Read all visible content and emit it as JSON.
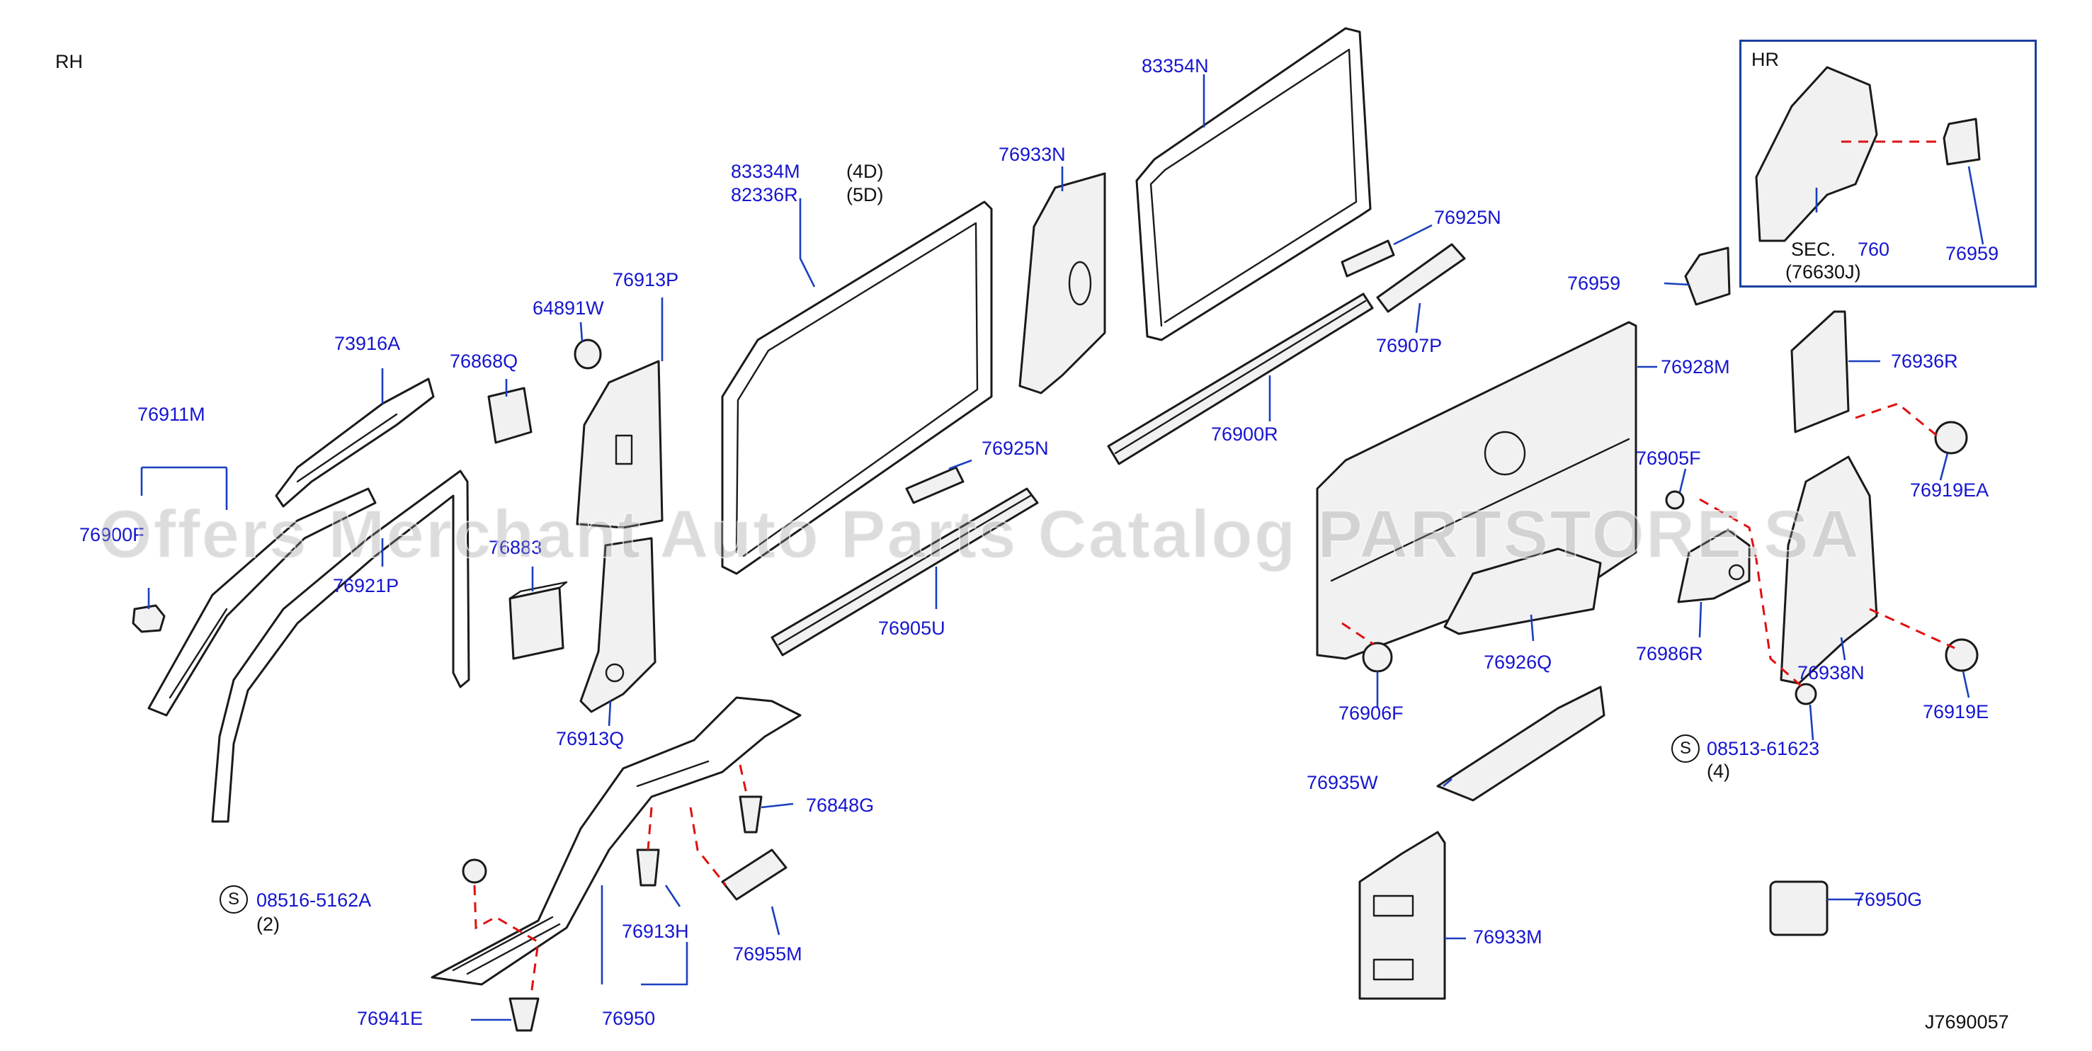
{
  "diagram": {
    "side_label": "RH",
    "diagram_code": "J7690057",
    "watermark": "Offers Merchant Auto Parts Catalog PARTSTORE.SA",
    "inset": {
      "title": "HR",
      "sec_label": "SEC.",
      "sec_number": "760",
      "sec_ref": "(76630J)",
      "part_76959": "76959"
    },
    "colors": {
      "label": "#1515d0",
      "leader": "#1a3fbf",
      "dashed": "#e01010",
      "outline": "#1a1a1a"
    },
    "labels": {
      "p73916A": "73916A",
      "p76911M": "76911M",
      "p76900F": "76900F",
      "p76921P": "76921P",
      "p76868Q": "76868Q",
      "p76883": "76883",
      "p64891W": "64891W",
      "p76913P": "76913P",
      "p76913Q": "76913Q",
      "p83334M": "83334M",
      "p82336R": "82336R",
      "v4D": "(4D)",
      "v5D": "(5D)",
      "p76925N_a": "76925N",
      "p76905U": "76905U",
      "p76933N": "76933N",
      "p83354N": "83354N",
      "p76925N_b": "76925N",
      "p76907P": "76907P",
      "p76900R": "76900R",
      "p76959": "76959",
      "p76928M": "76928M",
      "p76936R": "76936R",
      "p76919EA": "76919EA",
      "p76905F": "76905F",
      "p76986R": "76986R",
      "p76938N": "76938N",
      "p76919E": "76919E",
      "p76926Q": "76926Q",
      "p76906F": "76906F",
      "p08513": "08513-61623",
      "q4": "(4)",
      "p76935W": "76935W",
      "p76933M": "76933M",
      "p76950G": "76950G",
      "p76848G": "76848G",
      "p76913H": "76913H",
      "p76955M": "76955M",
      "p08516": "08516-5162A",
      "q2": "(2)",
      "p76941E": "76941E",
      "p76950": "76950",
      "s_symbol": "S"
    }
  }
}
